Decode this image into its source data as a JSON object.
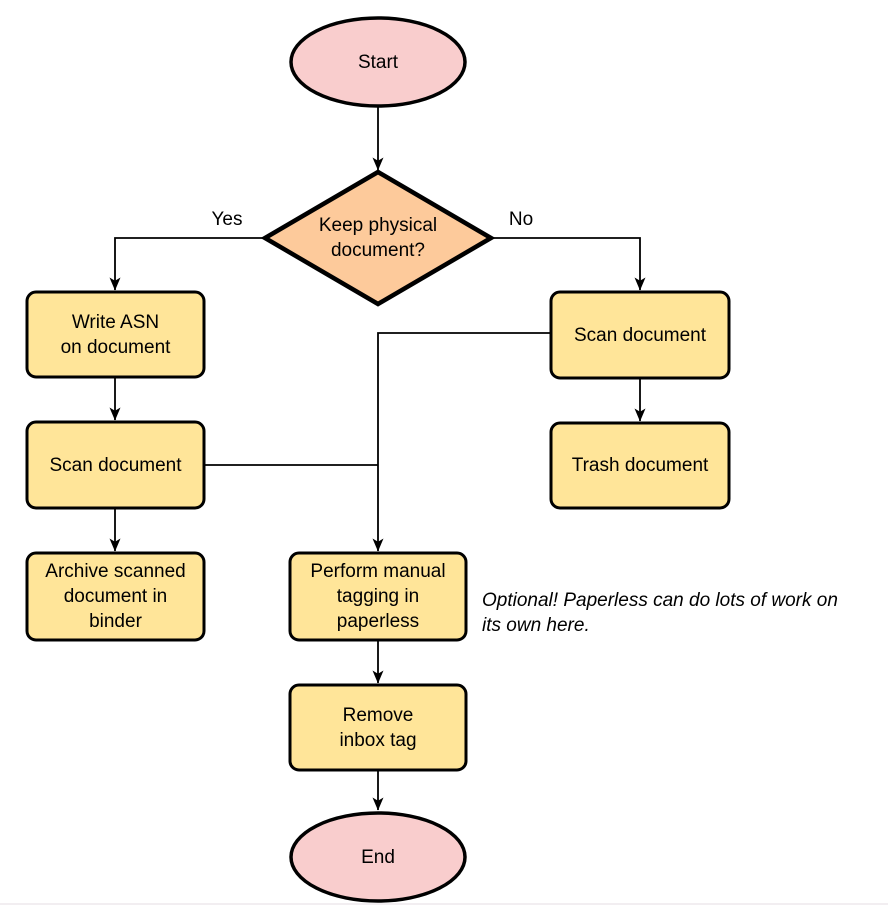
{
  "diagram": {
    "title_hint": "Document intake flowchart",
    "colors": {
      "terminal_fill": "#f9cdcd",
      "decision_fill": "#fdca9b",
      "process_fill": "#ffe599",
      "stroke": "#000000"
    },
    "nodes": {
      "start": {
        "type": "terminal",
        "label": "Start"
      },
      "decision": {
        "type": "decision",
        "label": "Keep physical\ndocument?"
      },
      "write_asn": {
        "type": "process",
        "label": "Write ASN\non document"
      },
      "scan_left": {
        "type": "process",
        "label": "Scan document"
      },
      "archive": {
        "type": "process",
        "label": "Archive scanned\ndocument in\nbinder"
      },
      "scan_right": {
        "type": "process",
        "label": "Scan document"
      },
      "trash": {
        "type": "process",
        "label": "Trash document"
      },
      "tagging": {
        "type": "process",
        "label": "Perform manual\ntagging in\npaperless"
      },
      "remove_inbox": {
        "type": "process",
        "label": "Remove\ninbox tag"
      },
      "end": {
        "type": "terminal",
        "label": "End"
      }
    },
    "edge_labels": {
      "yes": "Yes",
      "no": "No"
    },
    "note": "Optional! Paperless can do lots of work on\nits own here."
  }
}
